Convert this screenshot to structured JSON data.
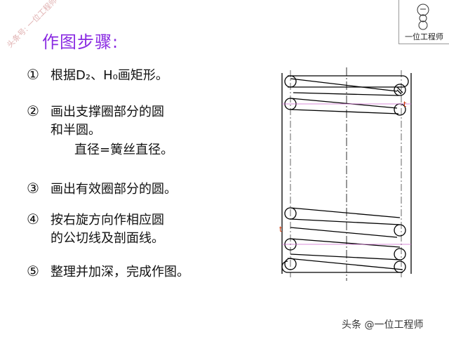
{
  "title": "作图步骤:",
  "steps": [
    {
      "num": "①",
      "text": "根据D₂、H₀画矩形。"
    },
    {
      "num": "②",
      "text": "画出支撑圈部分的圆",
      "line2": "和半圆。",
      "line3": "直径=簧丝直径。"
    },
    {
      "num": "③",
      "text": "画出有效圈部分的圆。"
    },
    {
      "num": "④",
      "text": "按右旋方向作相应圆",
      "line2": "的公切线及剖面线。"
    },
    {
      "num": "⑤",
      "text": "整理并加深，完成作图。"
    }
  ],
  "logo": {
    "text": "一位工程师",
    "icon": "gear-logo-icon"
  },
  "watermark": "头条号: 一位工程师",
  "footer": "头条 @一位工程师",
  "colors": {
    "title": "#8a2be2",
    "line": "#000000",
    "dim": "#cc3300",
    "tangent": "#cc66cc"
  }
}
